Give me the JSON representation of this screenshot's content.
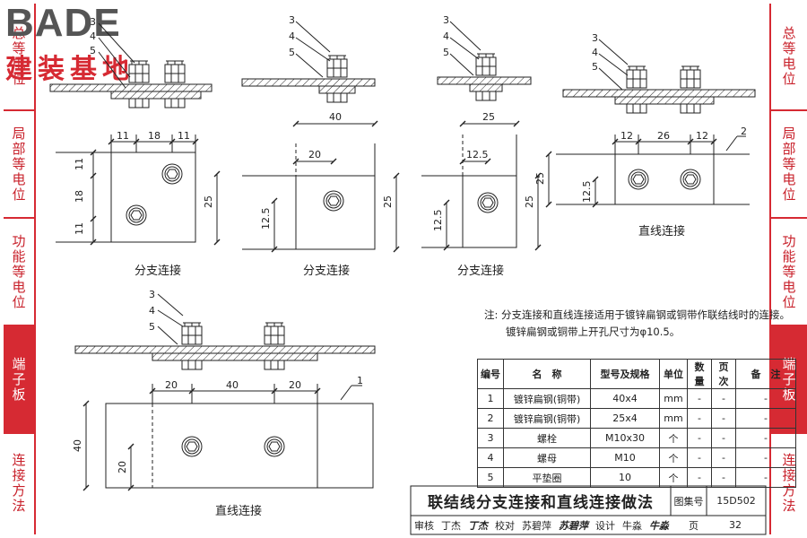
{
  "logo": {
    "brand": "BADE",
    "subtitle": "建装基地"
  },
  "right_tabs": [
    {
      "label": "总等电位",
      "active": false
    },
    {
      "label": "局部等电位",
      "active": false
    },
    {
      "label": "功能等电位",
      "active": false
    },
    {
      "label": "端子板",
      "active": true
    },
    {
      "label": "连接方法",
      "active": false
    }
  ],
  "left_tabs": [
    {
      "label": "总等电位",
      "active": false
    },
    {
      "label": "局部等电位",
      "active": false
    },
    {
      "label": "功能等电位",
      "active": false
    },
    {
      "label": "端子板",
      "active": true
    },
    {
      "label": "连接方法",
      "active": false
    }
  ],
  "diagrams": {
    "d1": {
      "caption": "分支连接",
      "dims": [
        "11",
        "18",
        "11",
        "11",
        "18",
        "11",
        "25"
      ],
      "labels": [
        "3",
        "4",
        "5"
      ]
    },
    "d2": {
      "caption": "分支连接",
      "dims": [
        "40",
        "20",
        "12.5",
        "25"
      ],
      "labels": [
        "3",
        "4",
        "5"
      ]
    },
    "d3": {
      "caption": "分支连接",
      "dims": [
        "25",
        "12.5",
        "12.5",
        "25"
      ],
      "labels": [
        "3",
        "4",
        "5"
      ]
    },
    "d4": {
      "caption": "直线连接",
      "dims": [
        "12",
        "26",
        "12",
        "25",
        "12.5"
      ],
      "labels": [
        "3",
        "4",
        "5",
        "2"
      ]
    },
    "d5": {
      "caption": "直线连接",
      "dims": [
        "20",
        "40",
        "20",
        "40",
        "20"
      ],
      "labels": [
        "3",
        "4",
        "5",
        "1"
      ]
    }
  },
  "note": {
    "prefix": "注:",
    "line1": "分支连接和直线连接适用于镀锌扁钢或铜带作联结线时的连接。",
    "line2": "镀锌扁钢或铜带上开孔尺寸为φ10.5。"
  },
  "parts_table": {
    "headers": [
      "编号",
      "名　称",
      "型号及规格",
      "单位",
      "数量",
      "页次",
      "备　注"
    ],
    "rows": [
      [
        "1",
        "镀锌扁钢(铜带)",
        "40x4",
        "mm",
        "-",
        "-",
        "-"
      ],
      [
        "2",
        "镀锌扁钢(铜带)",
        "25x4",
        "mm",
        "-",
        "-",
        "-"
      ],
      [
        "3",
        "螺栓",
        "M10x30",
        "个",
        "-",
        "-",
        "-"
      ],
      [
        "4",
        "螺母",
        "M10",
        "个",
        "-",
        "-",
        "-"
      ],
      [
        "5",
        "平垫圈",
        "10",
        "个",
        "-",
        "-",
        "-"
      ]
    ]
  },
  "title_block": {
    "title": "联结线分支连接和直线连接做法",
    "atlas_label": "图集号",
    "atlas_no": "15D502",
    "review_label": "审核",
    "review_name": "丁杰",
    "review_sig": "丁杰",
    "check_label": "校对",
    "check_name": "苏碧萍",
    "check_sig": "苏碧萍",
    "design_label": "设计",
    "design_name": "牛淼",
    "design_sig": "牛淼",
    "page_label": "页",
    "page_no": "32"
  },
  "colors": {
    "accent": "#d62a33",
    "line": "#222222"
  }
}
